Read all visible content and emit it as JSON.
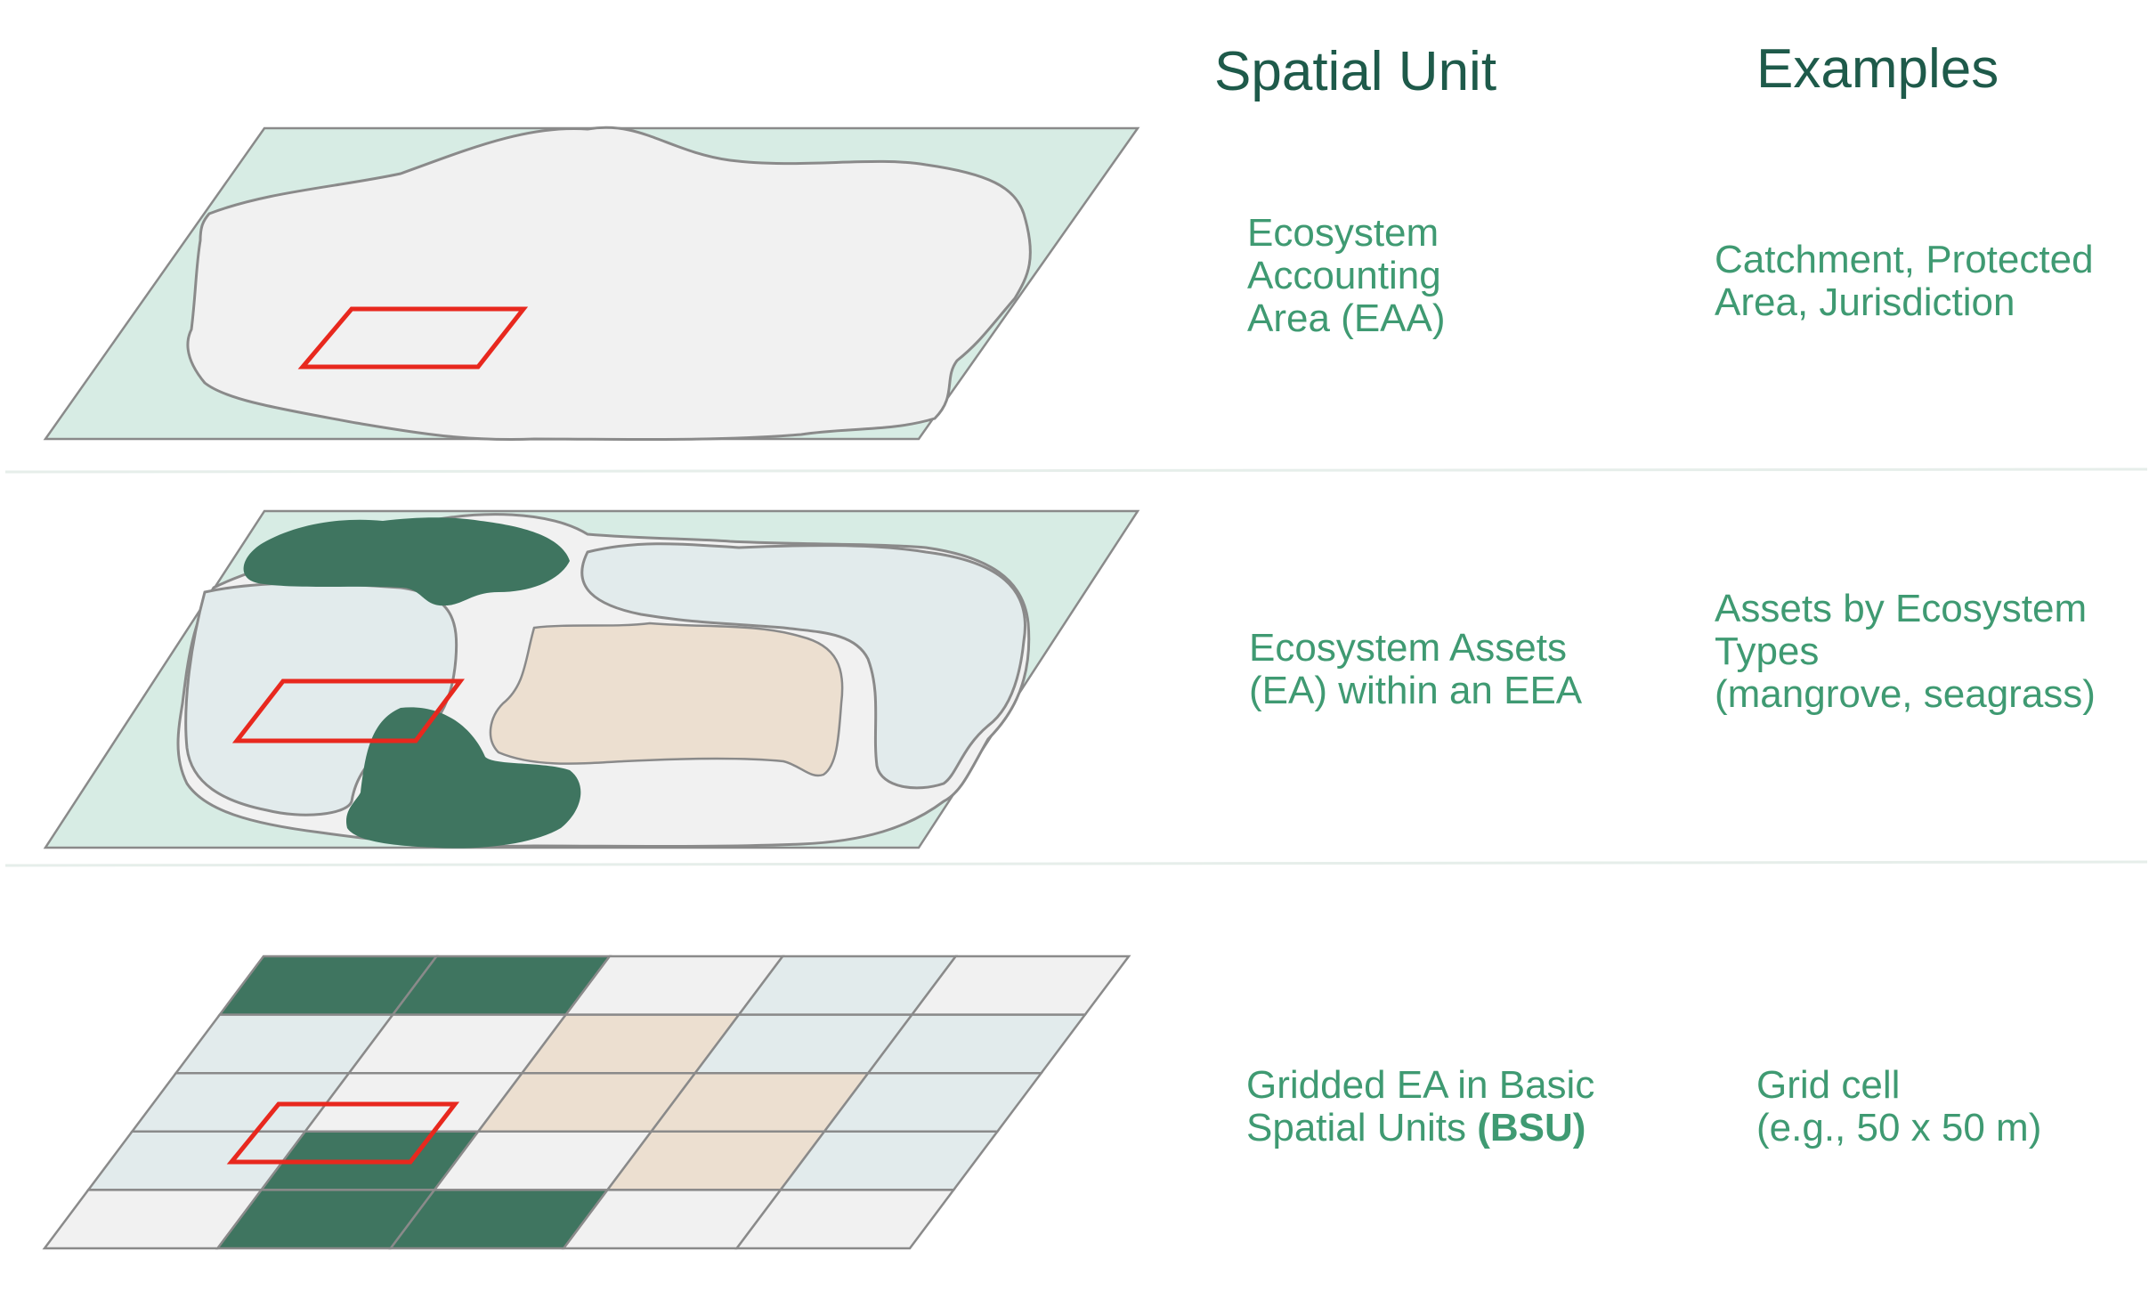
{
  "headers": {
    "spatial_unit": "Spatial Unit",
    "examples": "Examples"
  },
  "rows": [
    {
      "spatial_unit": "Ecosystem\nAccounting\nArea (EAA)",
      "examples": "Catchment, Protected\nArea, Jurisdiction"
    },
    {
      "spatial_unit": "Ecosystem Assets\n(EA) within an EEA",
      "examples": "Assets by Ecosystem\nTypes\n(mangrove, seagrass)"
    },
    {
      "spatial_unit_prefix": "Gridded EA in Basic\nSpatial Units ",
      "spatial_unit_bold": "(BSU)",
      "examples": "Grid cell\n(e.g., 50 x 50 m)"
    }
  ],
  "colors": {
    "text_header": "#1e5a4a",
    "text_body": "#3f9a72",
    "plane": "#d7ece4",
    "landmass": "#f1f1f1",
    "dark_green": "#3f7560",
    "light_blue": "#e2ebec",
    "tan": "#ecdfd0",
    "highlight": "#e8281e",
    "outline": "#8a8a8a"
  }
}
